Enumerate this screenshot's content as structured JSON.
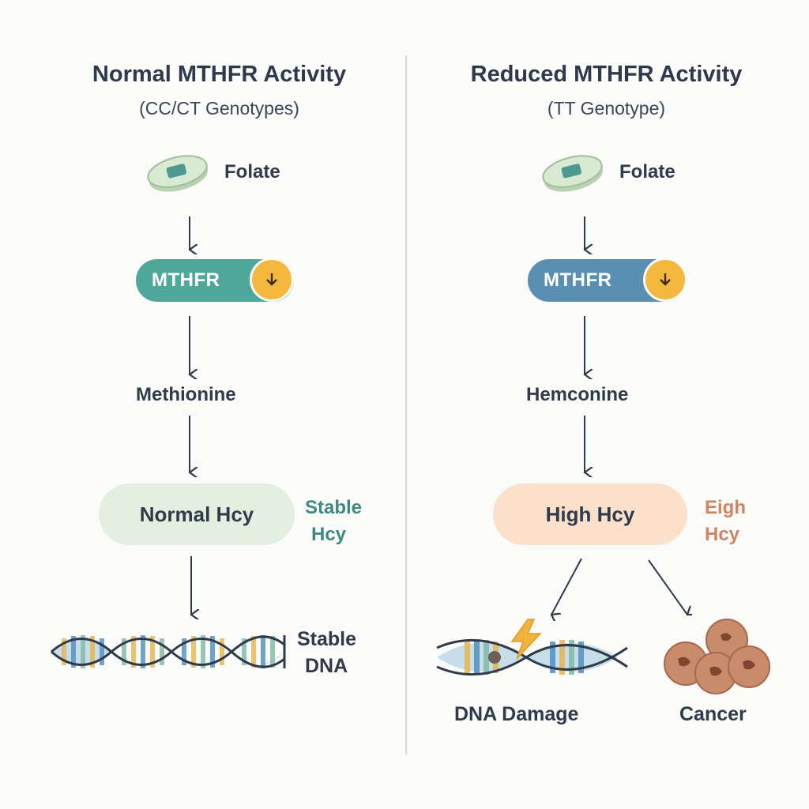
{
  "left": {
    "title": "Normal MTHFR Activity",
    "subtitle": "(CC/CT Genotypes)",
    "folate_label": "Folate",
    "enzyme_label": "MTHFR",
    "product_label": "Methionine",
    "hcy_pill_label": "Normal Hcy",
    "hcy_note_line1": "Stable",
    "hcy_note_line2": "Hcy",
    "dna_note_line1": "Stable",
    "dna_note_line2": "DNA"
  },
  "right": {
    "title": "Reduced MTHFR Activity",
    "subtitle": "(TT Genotype)",
    "folate_label": "Folate",
    "enzyme_label": "MTHFR",
    "product_label": "Hemconine",
    "hcy_pill_label": "High Hcy",
    "hcy_note_line1": "Eigh",
    "hcy_note_line2": "Hcy",
    "damage_label": "DNA Damage",
    "cancer_label": "Cancer"
  },
  "colors": {
    "left_enzyme": "#4fa89a",
    "right_enzyme": "#5a8fb3",
    "enzyme_badge": "#f3b83d",
    "normal_hcy_pill": "#e4f0df",
    "high_hcy_pill": "#fbe0cc",
    "stable_text": "#3f8a80",
    "high_text": "#cf8462",
    "arrow": "#2f3a4a"
  },
  "icons": [
    "folate-pill-icon",
    "down-arrow-icon",
    "dna-helix-icon",
    "lightning-icon",
    "cancer-cells-icon"
  ]
}
